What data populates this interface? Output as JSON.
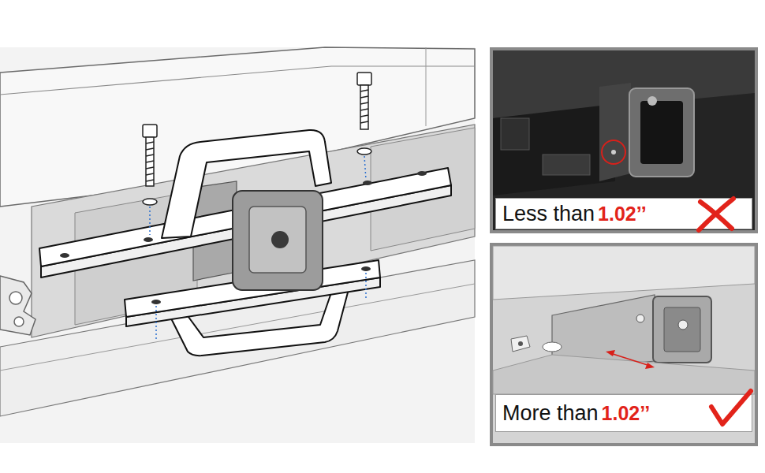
{
  "diagram": {
    "nodes": [
      {
        "text": [
          "Less than",
          "1.02’’"
        ]
      },
      {
        "text": [
          "More than",
          "1.02’’"
        ]
      }
    ]
  }
}
